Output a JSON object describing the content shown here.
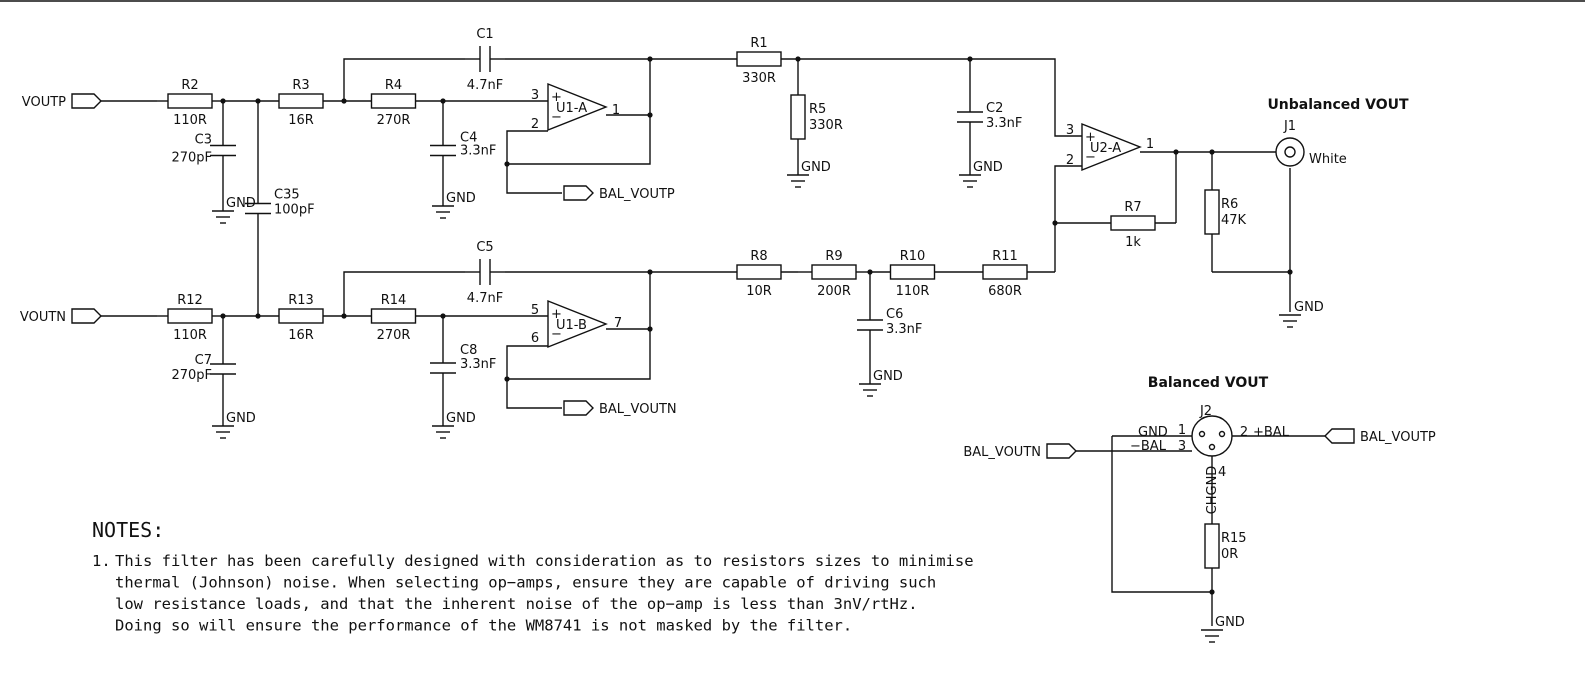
{
  "nets": {
    "voutp": "VOUTP",
    "voutn": "VOUTN",
    "bal_voutp": "BAL_VOUTP",
    "bal_voutn": "BAL_VOUTN",
    "gnd": "GND"
  },
  "parts": {
    "R1": {
      "ref": "R1",
      "value": "330R"
    },
    "R2": {
      "ref": "R2",
      "value": "110R"
    },
    "R3": {
      "ref": "R3",
      "value": "16R"
    },
    "R4": {
      "ref": "R4",
      "value": "270R"
    },
    "R5": {
      "ref": "R5",
      "value": "330R"
    },
    "R6": {
      "ref": "R6",
      "value": "47K"
    },
    "R7": {
      "ref": "R7",
      "value": "1k"
    },
    "R8": {
      "ref": "R8",
      "value": "10R"
    },
    "R9": {
      "ref": "R9",
      "value": "200R"
    },
    "R10": {
      "ref": "R10",
      "value": "110R"
    },
    "R11": {
      "ref": "R11",
      "value": "680R"
    },
    "R12": {
      "ref": "R12",
      "value": "110R"
    },
    "R13": {
      "ref": "R13",
      "value": "16R"
    },
    "R14": {
      "ref": "R14",
      "value": "270R"
    },
    "R15": {
      "ref": "R15",
      "value": "0R"
    },
    "C1": {
      "ref": "C1",
      "value": "4.7nF"
    },
    "C2": {
      "ref": "C2",
      "value": "3.3nF"
    },
    "C3": {
      "ref": "C3",
      "value": "270pF"
    },
    "C4": {
      "ref": "C4",
      "value": "3.3nF"
    },
    "C5": {
      "ref": "C5",
      "value": "4.7nF"
    },
    "C6": {
      "ref": "C6",
      "value": "3.3nF"
    },
    "C7": {
      "ref": "C7",
      "value": "270pF"
    },
    "C8": {
      "ref": "C8",
      "value": "3.3nF"
    },
    "C35": {
      "ref": "C35",
      "value": "100pF"
    }
  },
  "opamps": {
    "U1A": {
      "ref": "U1-A",
      "plus_pin": "3",
      "minus_pin": "2",
      "out_pin": "1"
    },
    "U1B": {
      "ref": "U1-B",
      "plus_pin": "5",
      "minus_pin": "6",
      "out_pin": "7"
    },
    "U2A": {
      "ref": "U2-A",
      "plus_pin": "3",
      "minus_pin": "2",
      "out_pin": "1"
    }
  },
  "plus_sign": "+",
  "minus_sign": "−",
  "unbalanced": {
    "title": "Unbalanced VOUT",
    "jack_ref": "J1",
    "jack_label": "White"
  },
  "balanced": {
    "title": "Balanced VOUT",
    "connector_ref": "J2",
    "pin1_num": "1",
    "pin1_name": "GND",
    "pin2_num": "2",
    "pin2_name": "+BAL",
    "pin3_num": "3",
    "pin3_name": "−BAL",
    "pin4_num": "4",
    "pin4_name": "CHGND"
  },
  "notes": {
    "title": "NOTES:",
    "number": "1.",
    "lines": [
      "This filter has been carefully designed with consideration as to resistors sizes to minimise",
      "thermal (Johnson) noise.  When selecting op−amps, ensure they are capable of driving such",
      "low resistance loads, and that the inherent noise of the op−amp is less than 3nV/rtHz.",
      "Doing so will ensure the performance of the WM8741 is not masked by the filter."
    ]
  }
}
